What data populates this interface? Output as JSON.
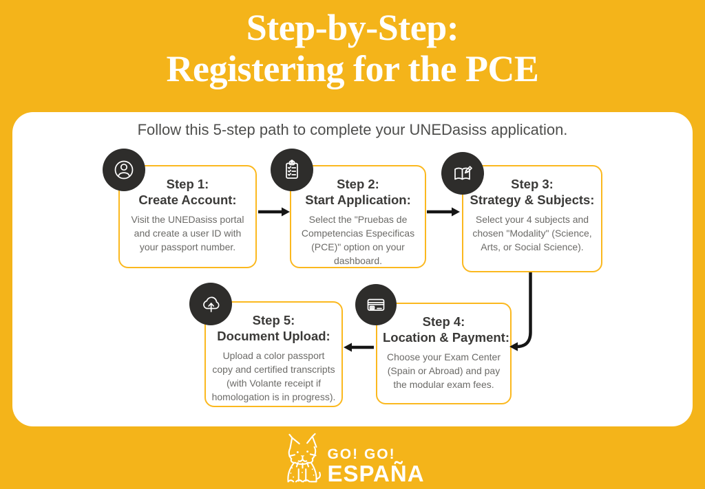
{
  "page": {
    "title_line1": "Step-by-Step:",
    "title_line2": "Registering for the PCE",
    "subtitle": "Follow this 5-step path to complete your UNEDasiss application."
  },
  "steps": [
    {
      "icon": "user-icon",
      "heading_line1": "Step 1:",
      "heading_line2": "Create Account:",
      "body": "Visit the UNEDasiss portal and create a user ID with your passport number."
    },
    {
      "icon": "clipboard-checklist-icon",
      "heading_line1": "Step 2:",
      "heading_line2": "Start Application:",
      "body": "Select the \"Pruebas de Competencias Especificas (PCE)\" option on your dashboard."
    },
    {
      "icon": "open-book-pencil-icon",
      "heading_line1": "Step 3:",
      "heading_line2": "Strategy & Subjects:",
      "body": "Select your 4 subjects and chosen \"Modality\" (Science, Arts, or Social Science)."
    },
    {
      "icon": "credit-card-icon",
      "heading_line1": "Step 4:",
      "heading_line2": "Location & Payment:",
      "body": "Choose your Exam Center (Spain or Abroad) and pay the modular exam fees."
    },
    {
      "icon": "cloud-upload-icon",
      "heading_line1": "Step 5:",
      "heading_line2": "Document Upload:",
      "body": "Upload a color passport copy and certified transcripts (with Volante receipt if homologation is in progress)."
    }
  ],
  "logo": {
    "mascot": "lynx-mascot",
    "text_line1": "GO! GO!",
    "text_line2": "ESPAÑA"
  },
  "colors": {
    "background": "#F4B41A",
    "card": "#FFFFFF",
    "box_border": "#FBB81E",
    "icon_circle": "#2E2D2B",
    "heading_text": "#3B3A38",
    "body_text": "#6B6A67",
    "title_text": "#FFFFFF",
    "arrow": "#161616"
  }
}
